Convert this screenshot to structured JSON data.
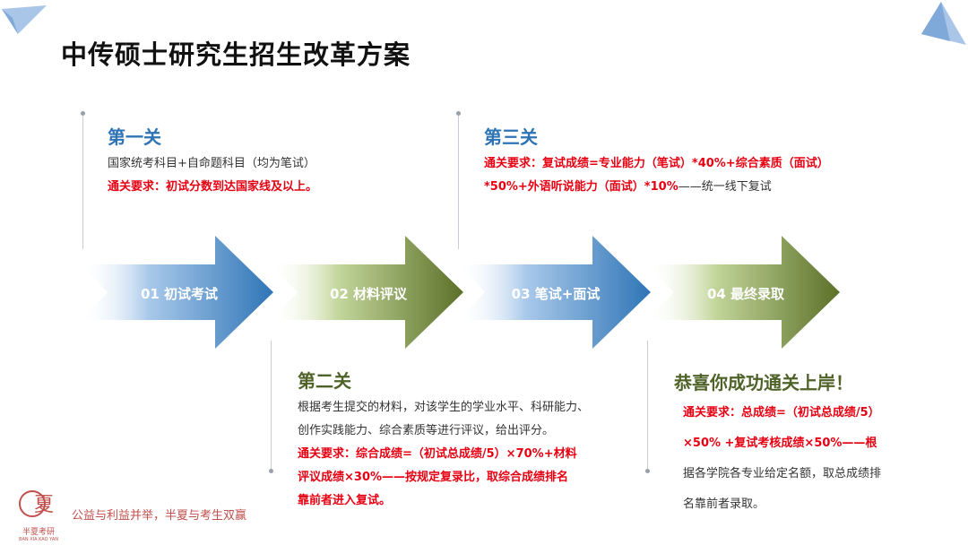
{
  "title": "中传硕士研究生招生改革方案",
  "steps": [
    {
      "label": "01 初试考试"
    },
    {
      "label": "02 材料评议"
    },
    {
      "label": "03 笔试+面试"
    },
    {
      "label": "04 最终录取"
    }
  ],
  "stage1": {
    "heading": "第一关",
    "line1": "国家统考科目+自命题科目（均为笔试）",
    "requirement": "通关要求：初试分数到达国家线及以上。"
  },
  "stage2": {
    "heading": "第二关",
    "line1": "根据考生提交的材料，对该学生的学业水平、科研能力、",
    "line2": "创作实践能力、综合素质等进行评议，给出评分。",
    "req1": "通关要求：综合成绩=（初试总成绩/5）×70%+材料",
    "req2": "评议成绩×30%——按规定复录比，取综合成绩排名",
    "req3": "靠前者进入复试。"
  },
  "stage3": {
    "heading": "第三关",
    "req1": "通关要求：复试成绩=专业能力（笔试）*40%+综合素质（面试）",
    "req2": "*50%+外语听说能力（面试）*10%",
    "tail": "——统一线下复试"
  },
  "stage4": {
    "heading": "恭喜你成功通关上岸！",
    "req1": "通关要求：总成绩=（初试总成绩/5）",
    "line2a": "×50% +复试考核成绩×50%——根",
    "line3": "据各学院各专业给定名额，取总成绩排",
    "line4": "名靠前者录取。"
  },
  "footer": {
    "logo_text": "半夏考研",
    "logo_sub": "BAN XIA KAO YAN",
    "slogan": "公益与利益并举，半夏与考生双赢"
  },
  "colors": {
    "blue": "#2e74b5",
    "green": "#4f6228",
    "red": "#e60012"
  }
}
